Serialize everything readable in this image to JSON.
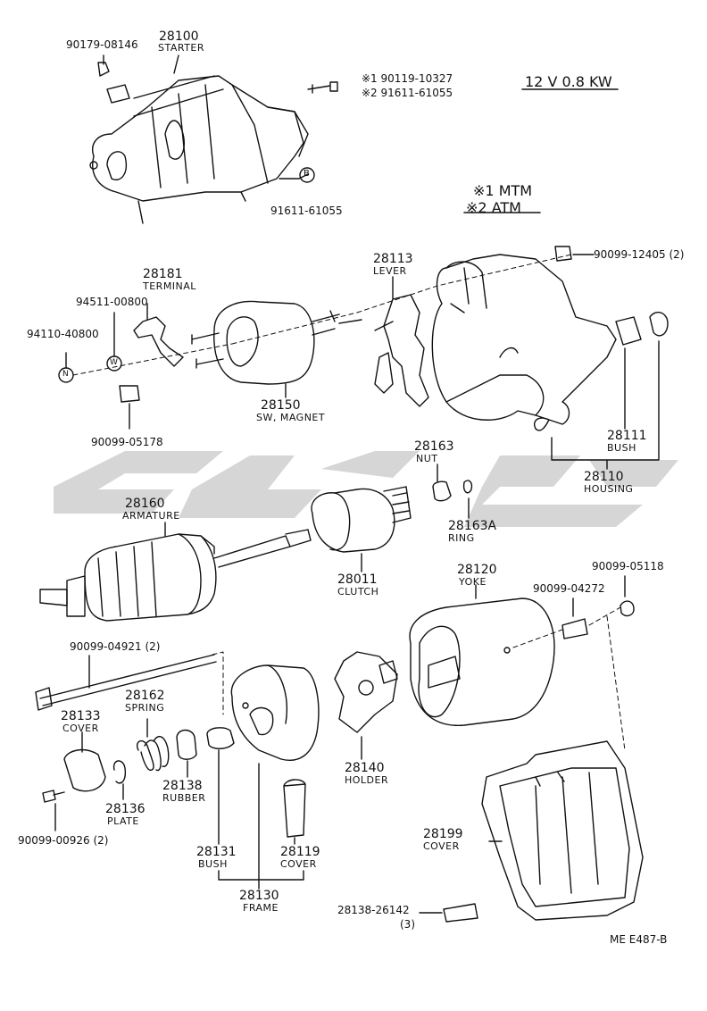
{
  "spec": "12 V  0.8 KW",
  "legend": [
    {
      "mark": "※1",
      "text": "MTM"
    },
    {
      "mark": "※2",
      "text": "ATM"
    }
  ],
  "figure_code": "ME  E487-B",
  "parts": {
    "p28100": {
      "num": "28100",
      "name": "STARTER"
    },
    "p28181": {
      "num": "28181",
      "name": "TERMINAL"
    },
    "p28113": {
      "num": "28113",
      "name": "LEVER"
    },
    "p28150": {
      "num": "28150",
      "name": "SW, MAGNET"
    },
    "p28111": {
      "num": "28111",
      "name": "BUSH"
    },
    "p28110": {
      "num": "28110",
      "name": "HOUSING"
    },
    "p28163": {
      "num": "28163",
      "name": "NUT"
    },
    "p28163A": {
      "num": "28163A",
      "name": "RING"
    },
    "p28160": {
      "num": "28160",
      "name": "ARMATURE"
    },
    "p28011": {
      "num": "28011",
      "name": "CLUTCH"
    },
    "p28120": {
      "num": "28120",
      "name": "YOKE"
    },
    "p28162": {
      "num": "28162",
      "name": "SPRING"
    },
    "p28133": {
      "num": "28133",
      "name": "COVER"
    },
    "p28138": {
      "num": "28138",
      "name": "RUBBER"
    },
    "p28136": {
      "num": "28136",
      "name": "PLATE"
    },
    "p28140": {
      "num": "28140",
      "name": "HOLDER"
    },
    "p28199": {
      "num": "28199",
      "name": "COVER"
    },
    "p28131": {
      "num": "28131",
      "name": "BUSH"
    },
    "p28119": {
      "num": "28119",
      "name": "COVER"
    },
    "p28130": {
      "num": "28130",
      "name": "FRAME"
    }
  },
  "part_numbers": {
    "n90179": "90179-08146",
    "n90119_mtm": "※1 90119-10327",
    "n91611_atm": "※2 91611-61055",
    "n91611b": "91611-61055",
    "n90099_12405": "90099-12405 (2)",
    "n94511": "94511-00800",
    "n94110": "94110-40800",
    "n90099_05178": "90099-05178",
    "n90099_05118": "90099-05118",
    "n90099_04272": "90099-04272",
    "n90099_04921": "90099-04921 (2)",
    "n90099_00926": "90099-00926 (2)",
    "n28138_26142": "28138-26142",
    "n28138_26142_qty": "(3)"
  },
  "markers": {
    "B": "B",
    "N": "N",
    "W": "W"
  }
}
